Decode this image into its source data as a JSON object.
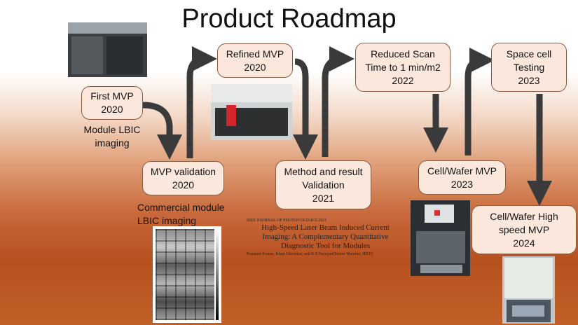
{
  "title": "Product Roadmap",
  "steps": [
    {
      "label": "First MVP",
      "year": "2020"
    },
    {
      "label": "MVP validation",
      "year": "2020"
    },
    {
      "label": "Refined MVP",
      "year": "2020"
    },
    {
      "label": "Method and result Validation",
      "year": "2021"
    },
    {
      "label": "Reduced Scan Time to 1 min/m2",
      "year": "2022"
    },
    {
      "label": "Cell/Wafer MVP",
      "year": "2023"
    },
    {
      "label": "Space cell Testing",
      "year": "2023"
    },
    {
      "label": "Cell/Wafer High speed MVP",
      "year": "2024"
    }
  ],
  "captions": {
    "module_lbic": "Module LBIC imaging",
    "commercial": "Commercial module LBIC imaging"
  },
  "paper": {
    "journal": "IEEE JOURNAL OF PHOTOVOLTAICS 2021",
    "title": "High-Speed Laser Beam Induced Current Imaging: A Complementary Quantitative Diagnostic Tool for Modules",
    "authors": "Prashant Kumar, Ishan Ghosekar, and K S Narayan(Senior Member, IEEE)"
  },
  "colors": {
    "box_fill": "#fbe7dc",
    "arrow": "#3a3a3a"
  }
}
